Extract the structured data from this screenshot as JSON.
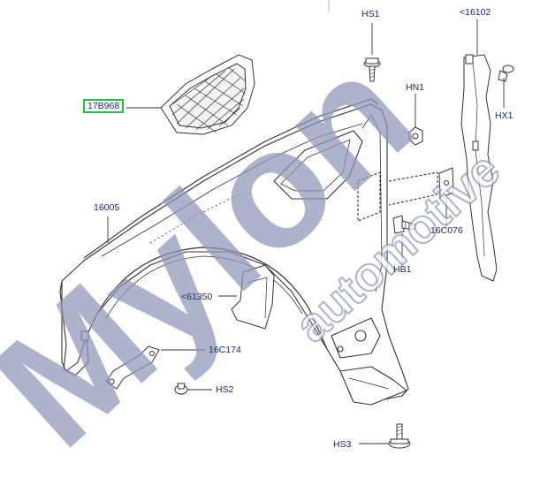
{
  "diagram": {
    "title": "",
    "watermark": "Mylon automotive",
    "highlight_color": "#22c23a",
    "label_color": "#1a2a6c",
    "line_color": "#333333",
    "watermark_color": "#8f96b9",
    "parts": [
      {
        "id": "hs1",
        "label": "HS1"
      },
      {
        "id": "p16102",
        "label": "<16102"
      },
      {
        "id": "hn1",
        "label": "HN1"
      },
      {
        "id": "hx1",
        "label": "HX1"
      },
      {
        "id": "p17b968",
        "label": "17B968",
        "highlighted": true
      },
      {
        "id": "p16005",
        "label": "16005"
      },
      {
        "id": "p16c076",
        "label": "16C076"
      },
      {
        "id": "hb1",
        "label": "HB1"
      },
      {
        "id": "p61350",
        "label": "<61350"
      },
      {
        "id": "p16c174",
        "label": "16C174"
      },
      {
        "id": "hs2",
        "label": "HS2"
      },
      {
        "id": "hs3",
        "label": "HS3"
      }
    ]
  }
}
